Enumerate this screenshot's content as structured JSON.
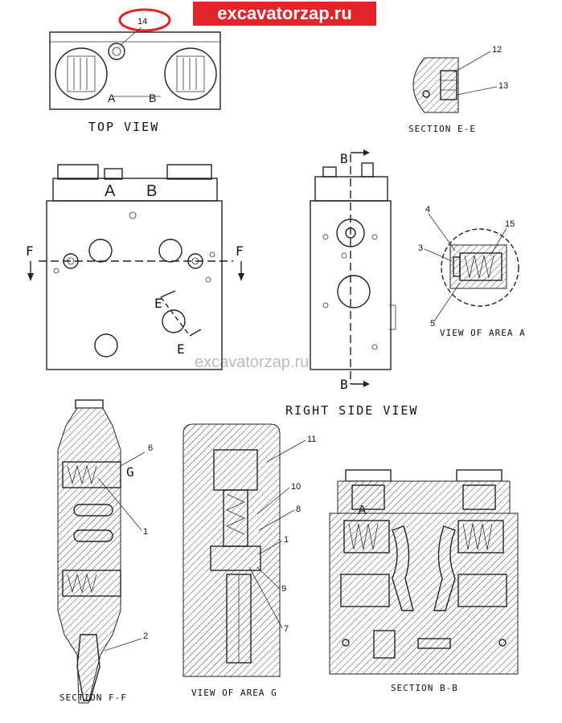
{
  "banner": "excavatorzap.ru",
  "watermark": "excavatorzap.ru",
  "colors": {
    "banner": "#e0242a",
    "highlight_circle": "#e0242a",
    "lines": "#222222"
  },
  "views": {
    "top": "TOP VIEW",
    "section_ee": "SECTION E-E",
    "right_side": "RIGHT SIDE VIEW",
    "area_a": "VIEW OF AREA A",
    "section_ff": "SECTION F-F",
    "area_g": "VIEW OF AREA G",
    "section_bb": "SECTION B-B"
  },
  "callouts": {
    "c14": "14",
    "c12": "12",
    "c13": "13",
    "c4": "4",
    "c3": "3",
    "c15": "15",
    "c5": "5",
    "c6": "6",
    "c1a": "1",
    "c2": "2",
    "c11": "11",
    "c10": "10",
    "c8": "8",
    "c1b": "1",
    "c9": "9",
    "c7": "7"
  },
  "markers": {
    "A_top": "A",
    "B_top": "B",
    "A_front": "A",
    "B_front": "B",
    "F_left": "F",
    "F_right": "F",
    "E_upper": "E",
    "E_lower": "E",
    "B_upper": "B",
    "B_lower": "B",
    "G": "G",
    "A_section": "A"
  }
}
